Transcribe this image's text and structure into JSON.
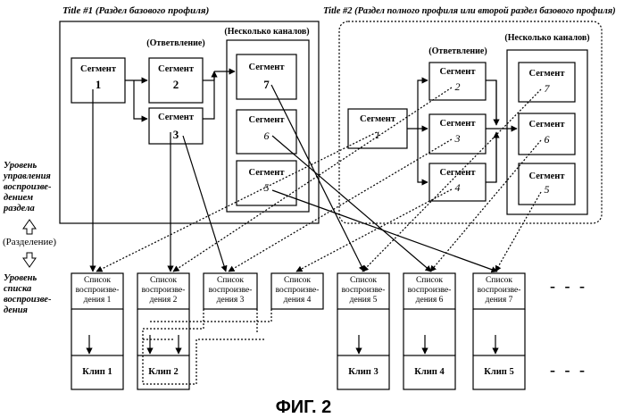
{
  "titles": {
    "title1": "Title #1 (Раздел базового профиля)",
    "title2": "Title #2 (Раздел полного профиля или второй раздел базового профиля)"
  },
  "groups": {
    "branch_label": "(Ответвление)",
    "multi_channel_label": "(Несколько каналов)"
  },
  "segment_label": "Сегмент",
  "title1_segments": [
    "1",
    "2",
    "3",
    "7",
    "6",
    "5"
  ],
  "title2_segments": [
    "1",
    "2",
    "3",
    "4",
    "7",
    "6",
    "5"
  ],
  "levels": {
    "playback_control": "Уровень управления воспроизве-дением раздела",
    "separation": "(Разделение)",
    "playlist": "Уровень списка воспроизве-дения"
  },
  "playlists": [
    "Список воспроизве-дения 1",
    "Список воспроизве-дения 2",
    "Список воспроизве-дения 3",
    "Список воспроизве-дения 4",
    "Список воспроизве-дения 5",
    "Список воспроизве-дения 6",
    "Список воспроизве-дения 7"
  ],
  "clips": [
    "Клип 1",
    "Клип 2",
    "Клип 3",
    "Клип 4",
    "Клип 5"
  ],
  "ellipsis": "- - -",
  "caption": "ФИГ. 2"
}
